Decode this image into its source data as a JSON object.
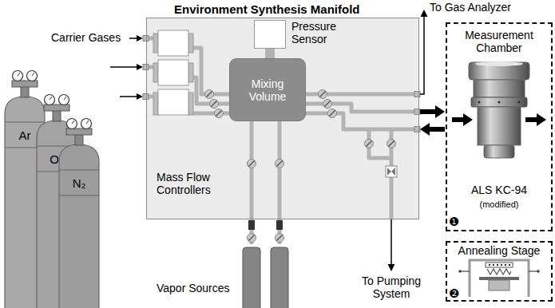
{
  "diagram": {
    "nodes": [
      {
        "text": [
          "Environment Synthesis Manifold"
        ]
      },
      {
        "text": [
          "Pressure Sensor"
        ],
        "in": 0
      },
      {
        "text": [
          "Mixing Volume"
        ],
        "in": 0
      },
      {
        "text": [
          "Measurement Chamber",
          "ALS KC-94",
          "(modified)"
        ]
      },
      {
        "text": [
          "Annealing Stage"
        ]
      },
      {
        "text": [
          "Ar"
        ]
      },
      {
        "text": [
          "O₂"
        ]
      },
      {
        "text": [
          "N₂"
        ]
      }
    ],
    "edges": [
      {
        "from": 0,
        "to": 3,
        "arrow": "to"
      },
      {
        "from": 3,
        "to": 0,
        "arrow": "to"
      }
    ],
    "labels": [
      "Carrier Gases",
      "Mass Flow Controllers",
      "To Gas Analyzer",
      "Vapor Sources",
      "To Pumping System",
      "❶",
      "❷"
    ]
  }
}
